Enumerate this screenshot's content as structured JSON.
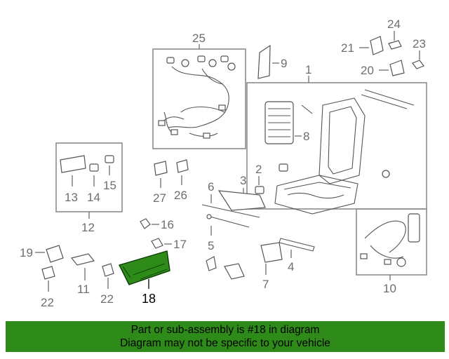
{
  "diagram": {
    "labels": {
      "p1": "1",
      "p2": "2",
      "p3": "3",
      "p4": "4",
      "p5": "5",
      "p6": "6",
      "p7": "7",
      "p8": "8",
      "p9": "9",
      "p10": "10",
      "p11": "11",
      "p12": "12",
      "p13": "13",
      "p14": "14",
      "p15": "15",
      "p16": "16",
      "p17": "17",
      "p18": "18",
      "p19": "19",
      "p20": "20",
      "p21": "21",
      "p22a": "22",
      "p22b": "22",
      "p23": "23",
      "p24": "24",
      "p25": "25",
      "p26": "26",
      "p27": "27"
    },
    "highlight_part": "18",
    "highlight_color": "#2e8b1a"
  },
  "banner": {
    "line1": "Part or sub-assembly is #18 in diagram",
    "line2": "Diagram may not be specific to your vehicle",
    "color": "#2e8b1a"
  }
}
